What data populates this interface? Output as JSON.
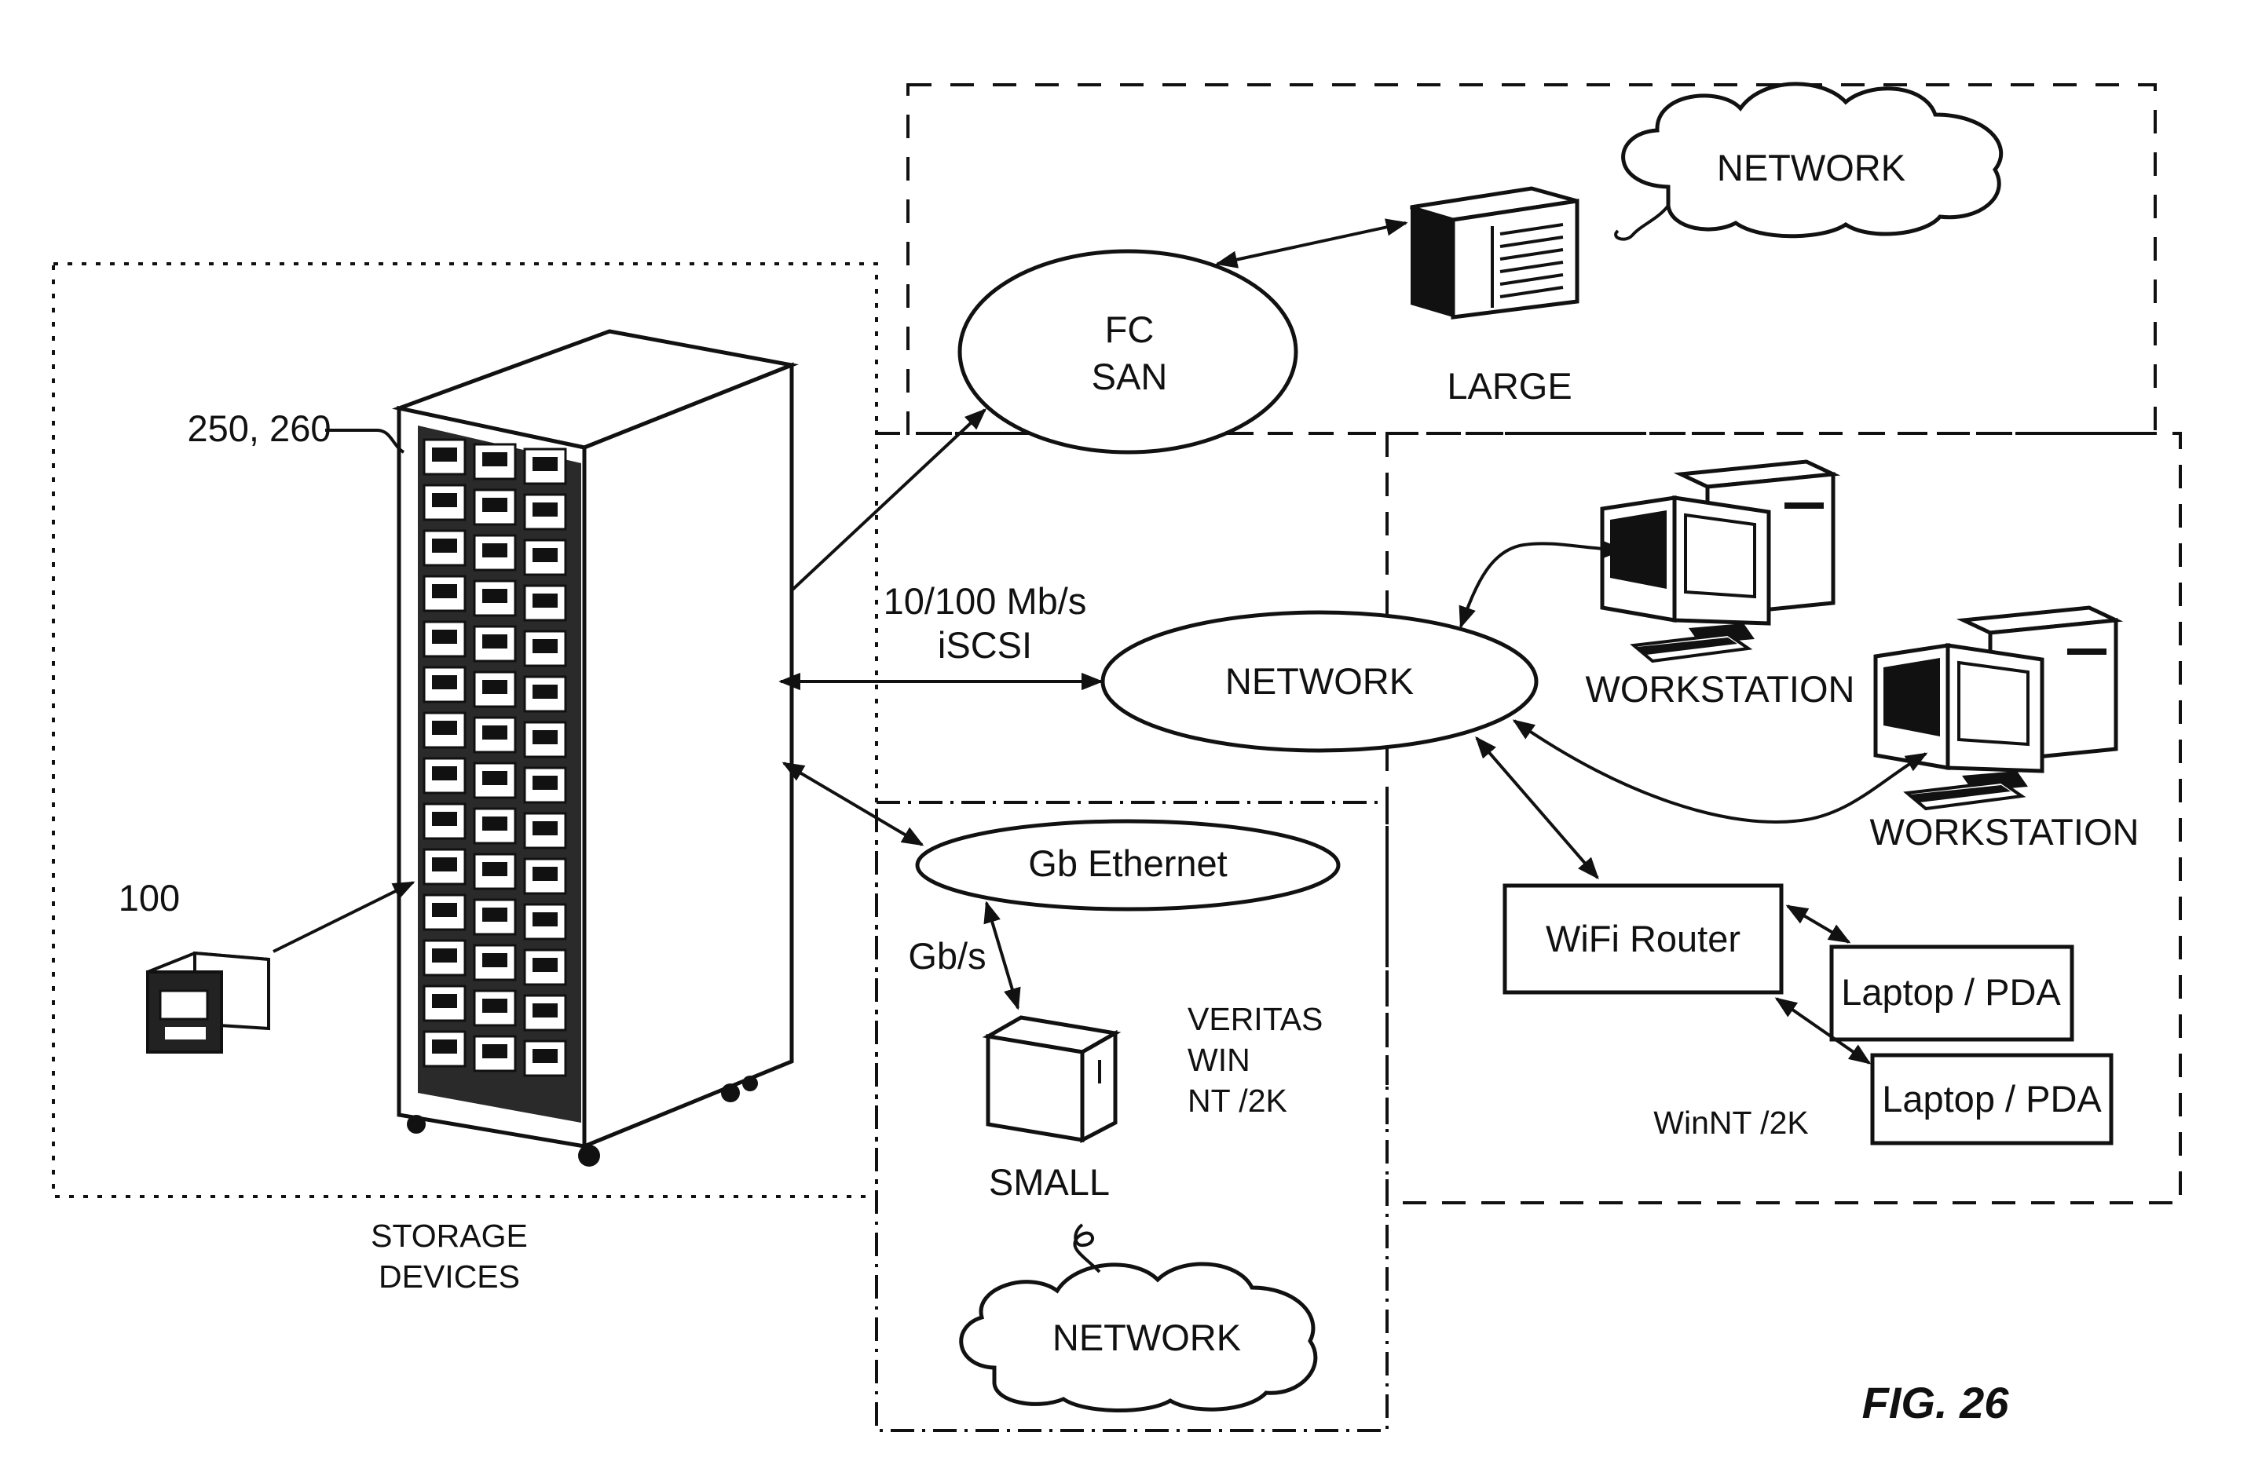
{
  "diagram": {
    "figure_label": "FIG. 26",
    "reference_numerals": {
      "rack": "250, 260",
      "device": "100"
    },
    "labels": {
      "storage_line1": "STORAGE",
      "storage_line2": "DEVICES",
      "fc_san_line1": "FC",
      "fc_san_line2": "SAN",
      "large": "LARGE",
      "network_cloud_top": "NETWORK",
      "speed_line1": "10/100 Mb/s",
      "speed_line2": "iSCSI",
      "network_main": "NETWORK",
      "gb_ethernet": "Gb Ethernet",
      "gbs": "Gb/s",
      "veritas_line1": "VERITAS",
      "veritas_line2": "WIN",
      "veritas_line3": "NT /2K",
      "small": "SMALL",
      "network_cloud_bottom": "NETWORK",
      "workstation_1": "WORKSTATION",
      "workstation_2": "WORKSTATION",
      "wifi_router": "WiFi Router",
      "laptop_1": "Laptop / PDA",
      "laptop_2": "Laptop / PDA",
      "winnt": "WinNT /2K"
    }
  }
}
